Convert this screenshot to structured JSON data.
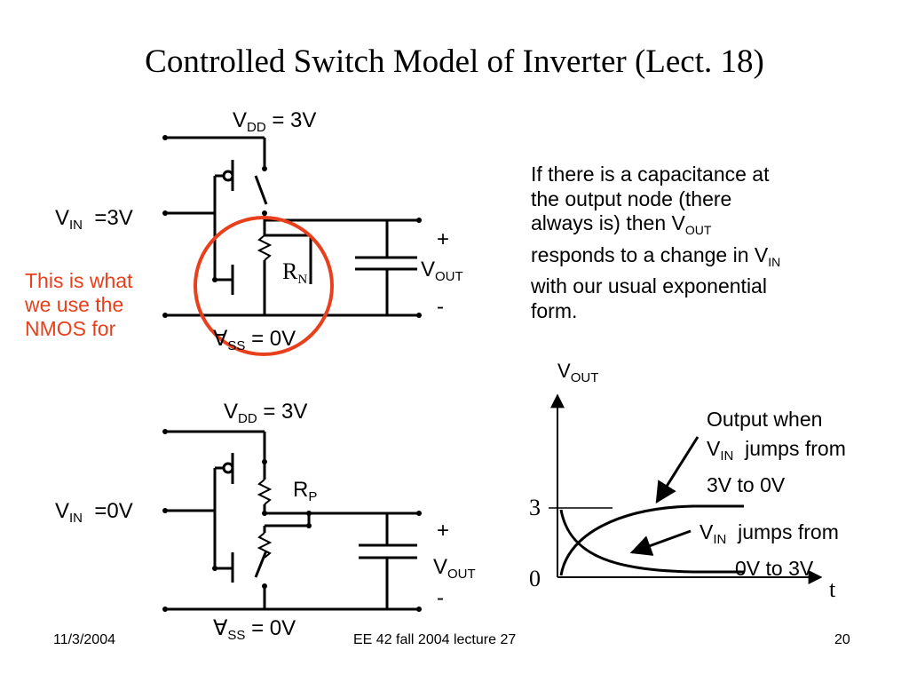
{
  "title": "Controlled Switch Model of Inverter (Lect. 18)",
  "circuit_top": {
    "vdd": {
      "main": "V",
      "sub": "DD",
      "rest": " = 3V"
    },
    "vin": {
      "main": "V",
      "sub": "IN",
      "rest": "  =3V"
    },
    "rn": {
      "main": "R",
      "sub": "N"
    },
    "plus": "+",
    "vout": {
      "main": "V",
      "sub": "OUT"
    },
    "minus": "-",
    "vss": {
      "main": "∀",
      "sub": "SS",
      "rest": " = 0V"
    }
  },
  "circuit_bottom": {
    "vdd": {
      "main": "V",
      "sub": "DD",
      "rest": " = 3V"
    },
    "vin": {
      "main": "V",
      "sub": "IN",
      "rest": "  =0V"
    },
    "rp": {
      "main": "R",
      "sub": "P"
    },
    "plus": "+",
    "vout": {
      "main": "V",
      "sub": "OUT"
    },
    "minus": "-",
    "vss": {
      "main": "∀",
      "sub": "SS",
      "rest": " = 0V"
    }
  },
  "nmos_note": [
    "This is what",
    "we use the",
    "NMOS for"
  ],
  "explanation": {
    "line1": "If there is a capacitance at",
    "line2": "the output node (there",
    "line3_pre": "always is) then V",
    "line3_sub": "OUT",
    "line4_pre": "responds to a change in V",
    "line4_sub": "IN",
    "line5": "with our usual exponential",
    "line6": "form."
  },
  "graph": {
    "ylabel": {
      "main": "V",
      "sub": "OUT"
    },
    "xlabel": "t",
    "tick_3": "3",
    "tick_0": "0",
    "annotation_rise": {
      "line1": "Output when",
      "line2_main": "V",
      "line2_sub": "IN",
      "line2_rest": "  jumps from",
      "line3": "3V to 0V"
    },
    "annotation_fall": {
      "line1_main": "V",
      "line1_sub": "IN",
      "line1_rest": "  jumps from",
      "line2": "0V to 3V"
    }
  },
  "footer": {
    "date": "11/3/2004",
    "course": "EE 42 fall 2004 lecture 27",
    "page": "20"
  },
  "colors": {
    "highlight": "#e8401c",
    "ink": "#000000"
  }
}
